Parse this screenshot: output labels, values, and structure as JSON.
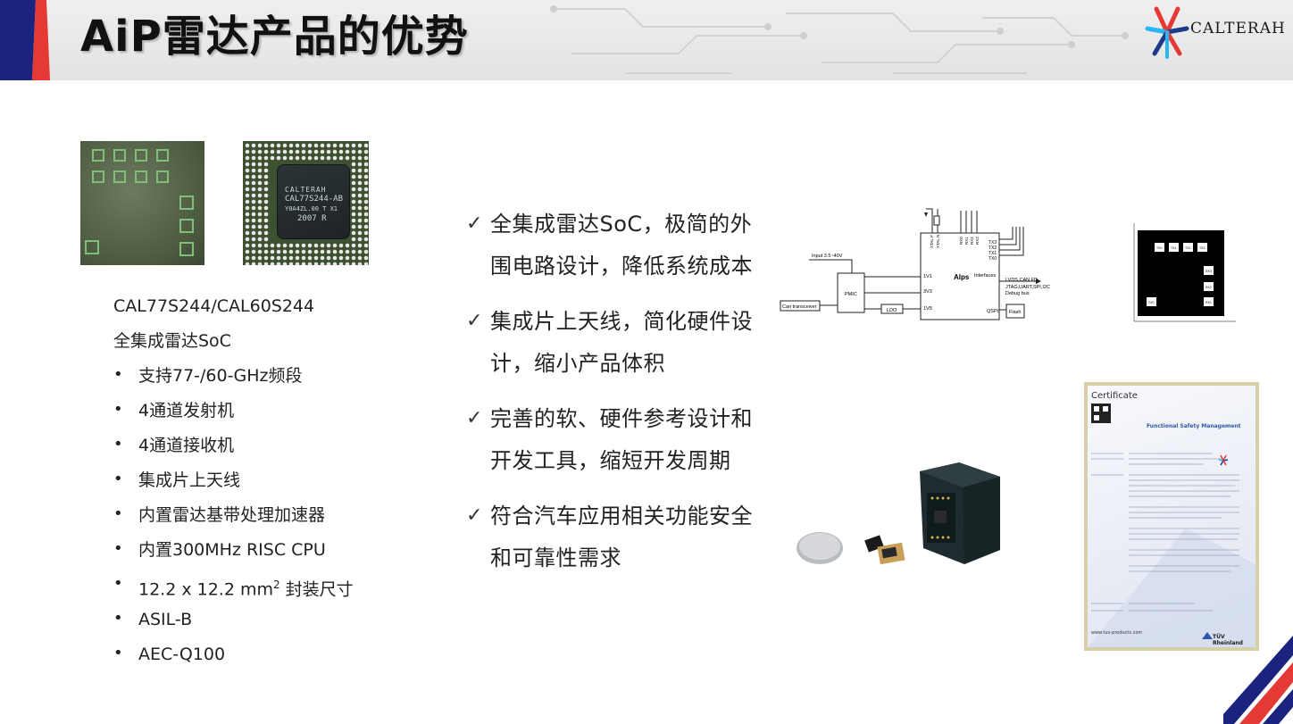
{
  "header": {
    "title": "AiP雷达产品的优势",
    "logo_text": "CALTERAH"
  },
  "chip_label": "CAL77S244/CAL60S244",
  "chip_marking": [
    "CALTERAH",
    "CAL77S244-AB",
    "Y0A4ZL.00 T X1",
    "2007 R"
  ],
  "subtitle": "全集成雷达SoC",
  "specs": [
    "支持77-/60-GHz频段",
    "4通道发射机",
    "4通道接收机",
    "集成片上天线",
    "内置雷达基带处理加速器",
    "内置300MHz RISC CPU",
    "ASIL-B",
    "AEC-Q100"
  ],
  "package_size": {
    "prefix": "12.2 x 12.2 mm",
    "sup": "2",
    "suffix": " 封装尺寸"
  },
  "bullet_symbol": "•",
  "check_symbol": "✓",
  "advantages": [
    [
      "全集成雷达SoC，极简的外",
      "围电路设计，降低系统成本"
    ],
    [
      "集成片上天线，简化硬件设",
      "计，缩小产品体积"
    ],
    [
      "完善的软、硬件参考设计和",
      "开发工具，缩短开发周期"
    ],
    [
      "符合汽车应用相关功能安全",
      "和可靠性需求"
    ]
  ],
  "diagram": {
    "input": "Input 3.5~40V",
    "pmic": "PMIC",
    "can": "Can transceiver",
    "ldo": "LDO",
    "chip": "Alps",
    "rails": [
      "1V1",
      "3V3",
      "1V5"
    ],
    "interfaces": "Interfaces",
    "qspi": "QSPI",
    "flash": "Flash",
    "iface_lines": [
      "LVDS,CAN FD",
      "JTAG,UART,SPI,I2C",
      "Debug bus"
    ],
    "tx": [
      "TX3",
      "TX2",
      "TX1",
      "TX0"
    ],
    "pins": [
      "XTAL P",
      "XTAL N",
      "RX0",
      "RX1",
      "RX2",
      "RX3"
    ]
  },
  "antenna": {
    "tx_labels": [
      "TX0",
      "TX1",
      "TX2",
      "TX3"
    ],
    "rx_labels": [
      "RX3",
      "RX2",
      "RX1"
    ],
    "bottom_labels": [
      "TX0",
      "TX0"
    ]
  },
  "certificate": {
    "title": "Certificate",
    "heading": "Functional Safety Management",
    "footer": "www.tuv-products.com",
    "brand": "TÜV Rheinland"
  },
  "colors": {
    "title": "#111111",
    "accent_red": "#e53935",
    "accent_blue": "#1a237e",
    "logo_red": "#e53935",
    "logo_blue": "#1e3a8a"
  }
}
